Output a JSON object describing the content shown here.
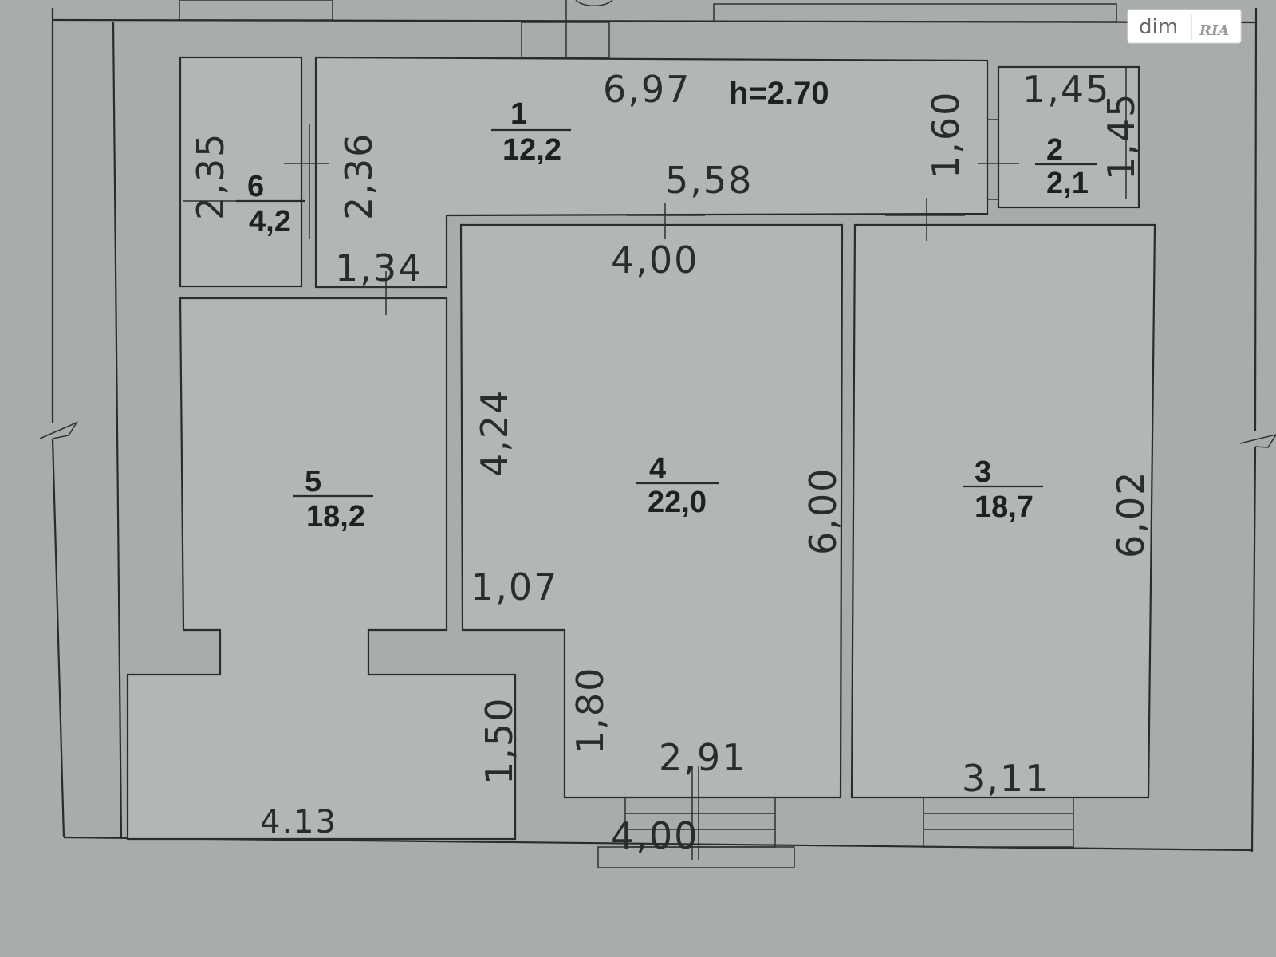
{
  "watermark": {
    "brand": "dim",
    "sub": "RIA"
  },
  "ceiling_height": "h=2.70",
  "rooms": [
    {
      "number": "1",
      "area": "12,2"
    },
    {
      "number": "2",
      "area": "2,1"
    },
    {
      "number": "3",
      "area": "18,7"
    },
    {
      "number": "4",
      "area": "22,0"
    },
    {
      "number": "5",
      "area": "18,2"
    },
    {
      "number": "6",
      "area": "4,2"
    }
  ],
  "dimensions": {
    "d697": "6,97",
    "d558": "5,58",
    "d400a": "4,00",
    "d134": "1,34",
    "d235": "2,35",
    "d236": "2,36",
    "d145a": "1,45",
    "d145b": "1,45",
    "d160": "1,60",
    "d424": "4,24",
    "d107": "1,07",
    "d600": "6,00",
    "d602": "6,02",
    "d180": "1,80",
    "d291": "2,91",
    "d311": "3,11",
    "d150": "1,50",
    "d413": "4.13",
    "d400b": "4,00"
  }
}
